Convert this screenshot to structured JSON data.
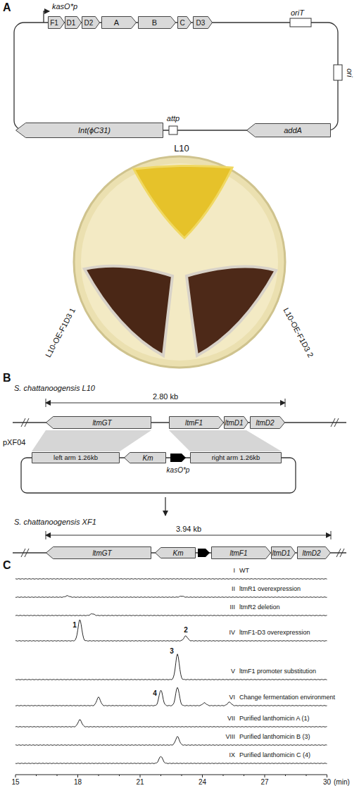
{
  "diagram": {
    "nodes": [
      {
        "text": [
          "F1"
        ]
      },
      {
        "text": [
          "D1"
        ]
      },
      {
        "text": [
          "D2"
        ]
      },
      {
        "text": [
          "A"
        ]
      },
      {
        "text": [
          "B"
        ]
      },
      {
        "text": [
          "C"
        ]
      },
      {
        "text": [
          "D3"
        ]
      },
      {
        "text": [
          "addA"
        ]
      },
      {
        "text": [
          "Int(ϕC31)"
        ]
      },
      {
        "text": [
          "ltmGT"
        ]
      },
      {
        "text": [
          "ltmF1"
        ]
      },
      {
        "text": [
          "ltmD1"
        ]
      },
      {
        "text": [
          "ltmD2"
        ]
      },
      {
        "text": [
          "left arm 1.26kb"
        ]
      },
      {
        "text": [
          "Km"
        ]
      },
      {
        "text": [
          "right arm 1.26kb"
        ]
      },
      {
        "text": [
          "ltmGT"
        ]
      },
      {
        "text": [
          "Km"
        ]
      },
      {
        "text": [
          "ltmF1"
        ]
      },
      {
        "text": [
          "ltmD1"
        ]
      },
      {
        "text": [
          "ltmD2"
        ]
      }
    ],
    "labels": [
      "A",
      "kasO*p",
      "oriT",
      "ori",
      "attp",
      "L10",
      "L10-OE-F1D3 1",
      "L10-OE-F1D3 2",
      "B",
      "S. chattanoogensis L10",
      "2.80 kb",
      "pXF04",
      "kasO*p",
      "S. chattanoogensis XF1",
      "3.94 kb",
      "C",
      "I",
      "WT",
      "II",
      "ltmR1 overexpression",
      "III",
      "ltmR2 deletion",
      "IV",
      "ltmF1-D3 overexpression",
      "V",
      "ltmF1 promoter substitution",
      "VI",
      "Change fermentation environment",
      "VII",
      "Purified lanthomicin A (1)",
      "VIII",
      "Purified lanthomicin B (3)",
      "IX",
      "Purified lanthomicin C (4)",
      "1",
      "2",
      "3",
      "4",
      "15",
      "18",
      "21",
      "24",
      "27",
      "30",
      "(min)"
    ]
  }
}
